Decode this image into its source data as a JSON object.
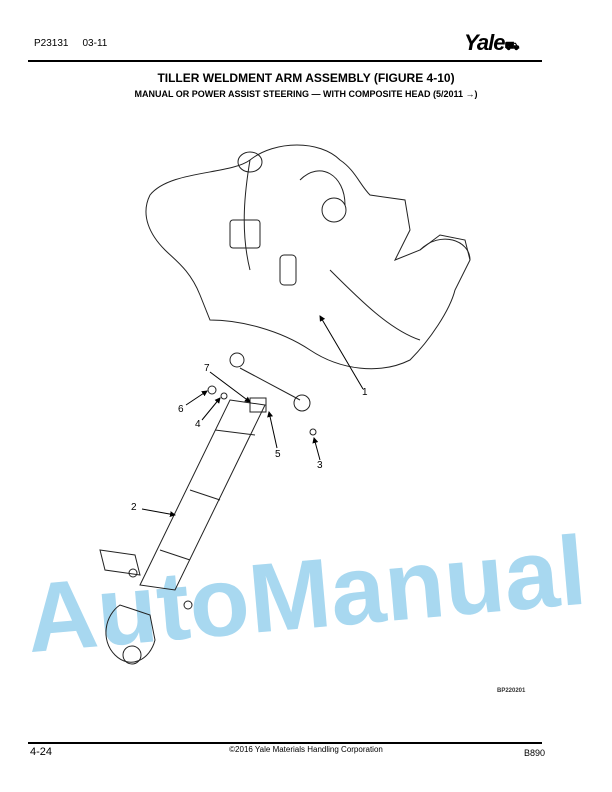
{
  "header": {
    "doc_number": "P23131",
    "date_code": "03-11",
    "brand": "Yale"
  },
  "title": "TILLER WELDMENT ARM ASSEMBLY (FIGURE 4-10)",
  "subtitle": "MANUAL OR POWER ASSIST STEERING — WITH COMPOSITE HEAD  (5/2011 →)",
  "figure": {
    "id": "BP220201",
    "callouts": [
      "1",
      "2",
      "3",
      "4",
      "5",
      "6",
      "7"
    ]
  },
  "watermark": "AutoManual",
  "footer": {
    "page": "4-24",
    "copyright": "©2016 Yale Materials Handling Corporation",
    "model": "B890"
  },
  "colors": {
    "watermark": "#a8d8f0",
    "text": "#000000"
  }
}
